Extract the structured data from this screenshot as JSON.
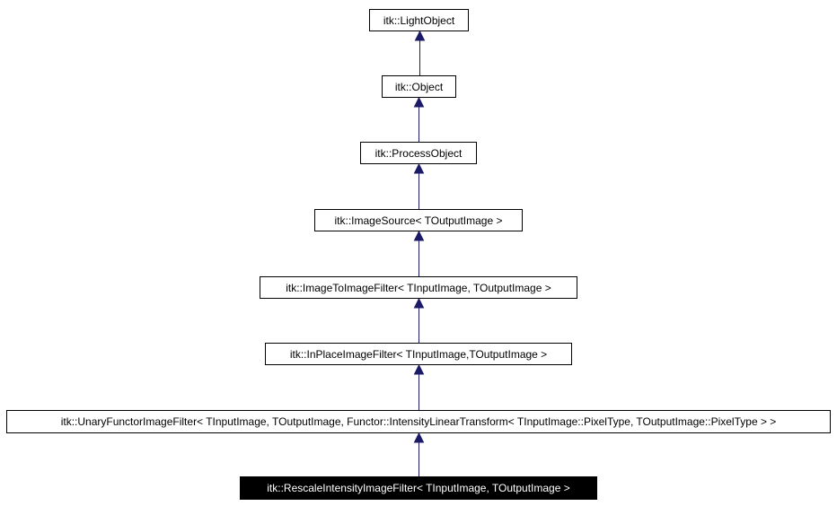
{
  "diagram": {
    "type": "inheritance",
    "edge_color": "#1a1a66",
    "current_node_color": "#000000",
    "nodes": [
      {
        "id": "n0",
        "label": "itk::LightObject"
      },
      {
        "id": "n1",
        "label": "itk::Object"
      },
      {
        "id": "n2",
        "label": "itk::ProcessObject"
      },
      {
        "id": "n3",
        "label": "itk::ImageSource< TOutputImage >"
      },
      {
        "id": "n4",
        "label": "itk::ImageToImageFilter< TInputImage, TOutputImage >"
      },
      {
        "id": "n5",
        "label": "itk::InPlaceImageFilter< TInputImage,TOutputImage >"
      },
      {
        "id": "n6",
        "label": "itk::UnaryFunctorImageFilter< TInputImage, TOutputImage, Functor::IntensityLinearTransform< TInputImage::PixelType, TOutputImage::PixelType > >"
      },
      {
        "id": "n7",
        "label": "itk::RescaleIntensityImageFilter< TInputImage, TOutputImage >",
        "current": true
      }
    ],
    "edges": [
      {
        "from": "n1",
        "to": "n0"
      },
      {
        "from": "n2",
        "to": "n1"
      },
      {
        "from": "n3",
        "to": "n2"
      },
      {
        "from": "n4",
        "to": "n3"
      },
      {
        "from": "n5",
        "to": "n4"
      },
      {
        "from": "n6",
        "to": "n5"
      },
      {
        "from": "n7",
        "to": "n6"
      }
    ]
  }
}
